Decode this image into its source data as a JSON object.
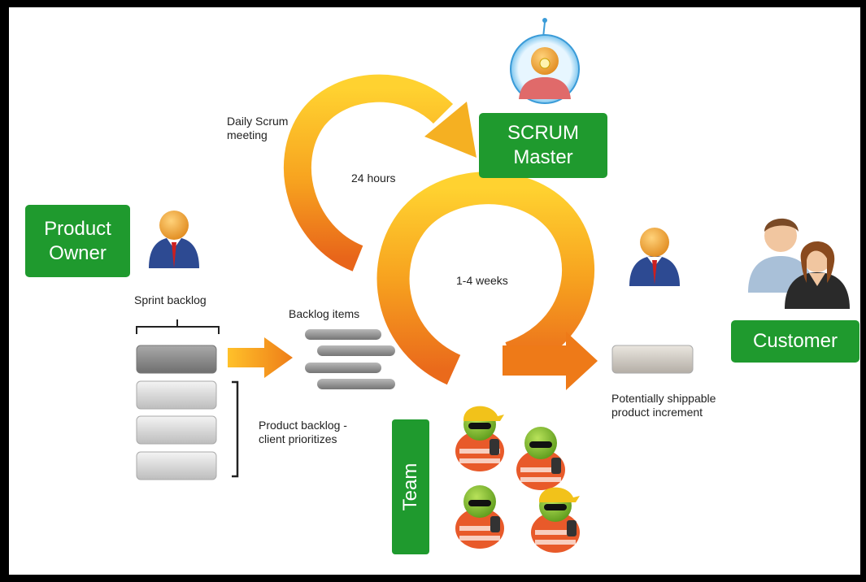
{
  "roles": {
    "product_owner": "Product\nOwner",
    "scrum_master": "SCRUM\nMaster",
    "customer": "Customer",
    "team": "Team"
  },
  "labels": {
    "daily_scrum": "Daily Scrum\nmeeting",
    "twenty_four_hours": "24 hours",
    "one_to_four_weeks": "1-4 weeks",
    "sprint_backlog": "Sprint backlog",
    "backlog_items": "Backlog items",
    "product_backlog": "Product backlog -\nclient prioritizes",
    "potentially_shippable": "Potentially shippable\nproduct increment"
  },
  "colors": {
    "green": "#1f9a2e",
    "arrow_orange": "#f08a1a",
    "arrow_yellow": "#ffd230"
  }
}
